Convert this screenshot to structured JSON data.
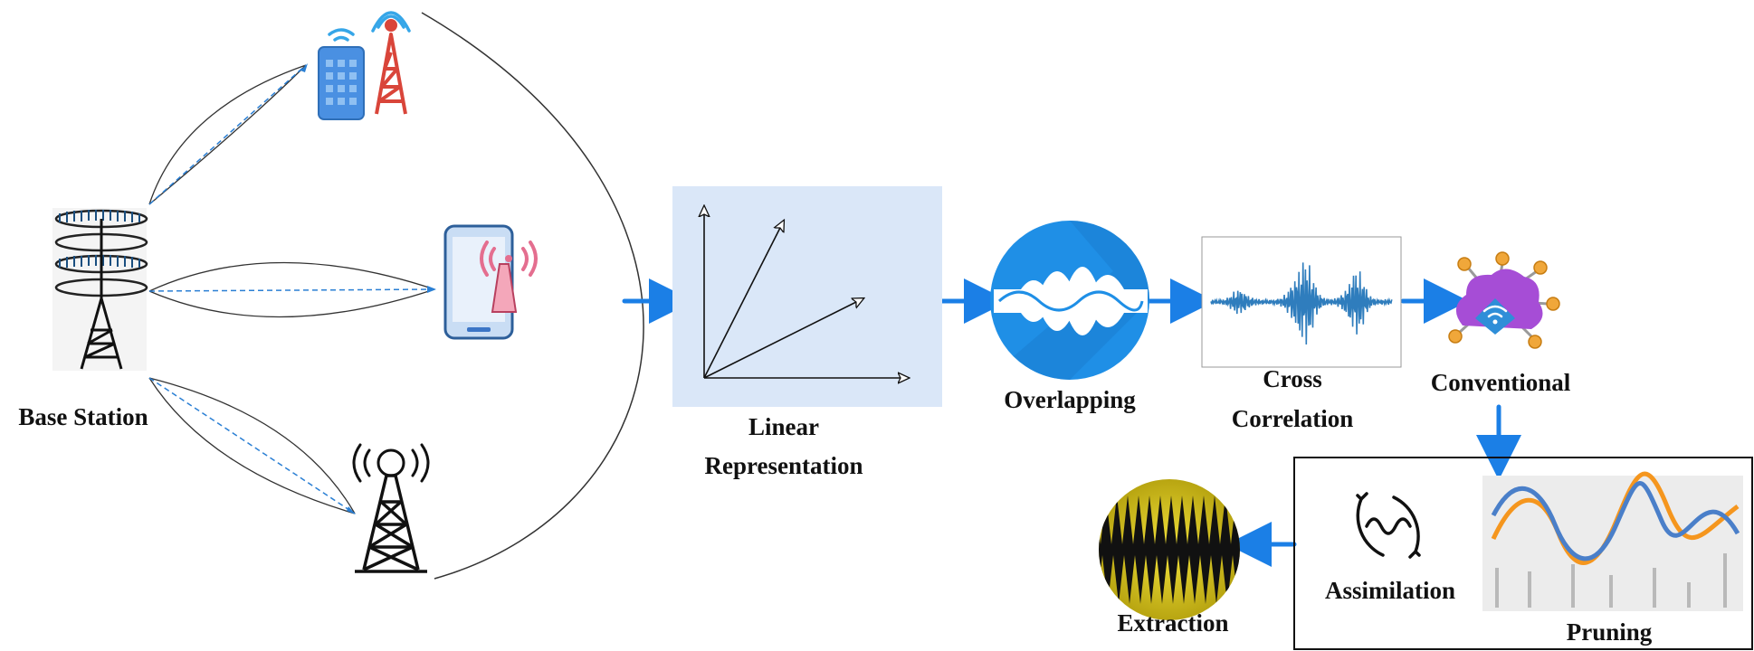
{
  "labels": {
    "base_station": "Base Station",
    "linear_1": "Linear",
    "linear_2": "Representation",
    "overlapping": "Overlapping",
    "cross_1": "Cross",
    "cross_2": "Correlation",
    "conventional": "Conventional",
    "assimilation": "Assimilation",
    "pruning": "Pruning",
    "extraction": "Extraction"
  },
  "icons": {
    "base_station": "base-station-antenna-icon",
    "phone_tower": "phone-and-tower-icon",
    "smartphone": "smartphone-signal-icon",
    "tower": "radio-tower-icon",
    "vectors": "linear-vectors-icon",
    "overlapping": "overlapping-waves-icon",
    "cross_correlation": "waveform-plot-icon",
    "conventional": "network-cloud-icon",
    "assimilation": "cycle-wave-icon",
    "pruning": "pruning-waves-icon",
    "extraction": "extraction-signal-icon"
  },
  "colors": {
    "arrow": "#1b7fe6",
    "dashed_link": "#2a7fd4",
    "panel_bg": "#dae7f8",
    "overlap_circle": "#1f8fe6",
    "waveform": "#2f7dbd",
    "phone_blue": "#4a90e2",
    "tower_red": "#d9453a",
    "wifi_blue": "#36a6e8",
    "pink_signal": "#e46e8f",
    "cloud_purple": "#a64dd6",
    "node_orange": "#f0a73a",
    "pruning_blue": "#4a7fc9",
    "pruning_orange": "#f5961e",
    "extraction_yellow": "#d8c21a",
    "text": "#111111"
  }
}
